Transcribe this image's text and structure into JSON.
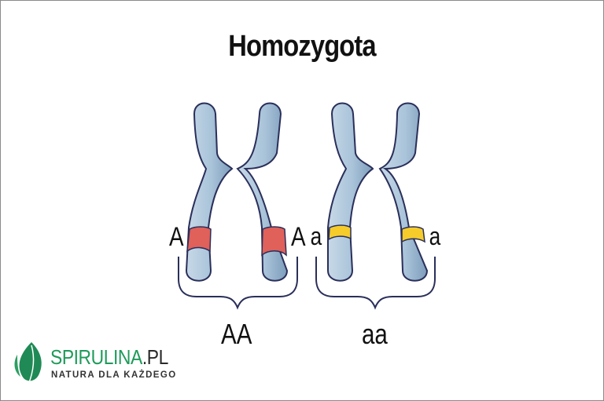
{
  "title": "Homozygota",
  "colors": {
    "chromosome_fill": "#a9c3d9",
    "chromosome_shadow": "#7d9dbb",
    "outline": "#2a2f5a",
    "dominant_band": "#e0605a",
    "recessive_band": "#f5cc2a",
    "brand_green": "#1f9a5a"
  },
  "groups": [
    {
      "genotype": "AA",
      "left_allele": "A",
      "right_allele": "A",
      "band_color": "dominant"
    },
    {
      "genotype": "aa",
      "left_allele": "a",
      "right_allele": "a",
      "band_color": "recessive"
    }
  ],
  "logo": {
    "icon": "leaf-icon",
    "brand": "SPIRULINA",
    "brand_suffix": ".PL",
    "tagline": "NATURA DLA KAŻDEGO"
  }
}
